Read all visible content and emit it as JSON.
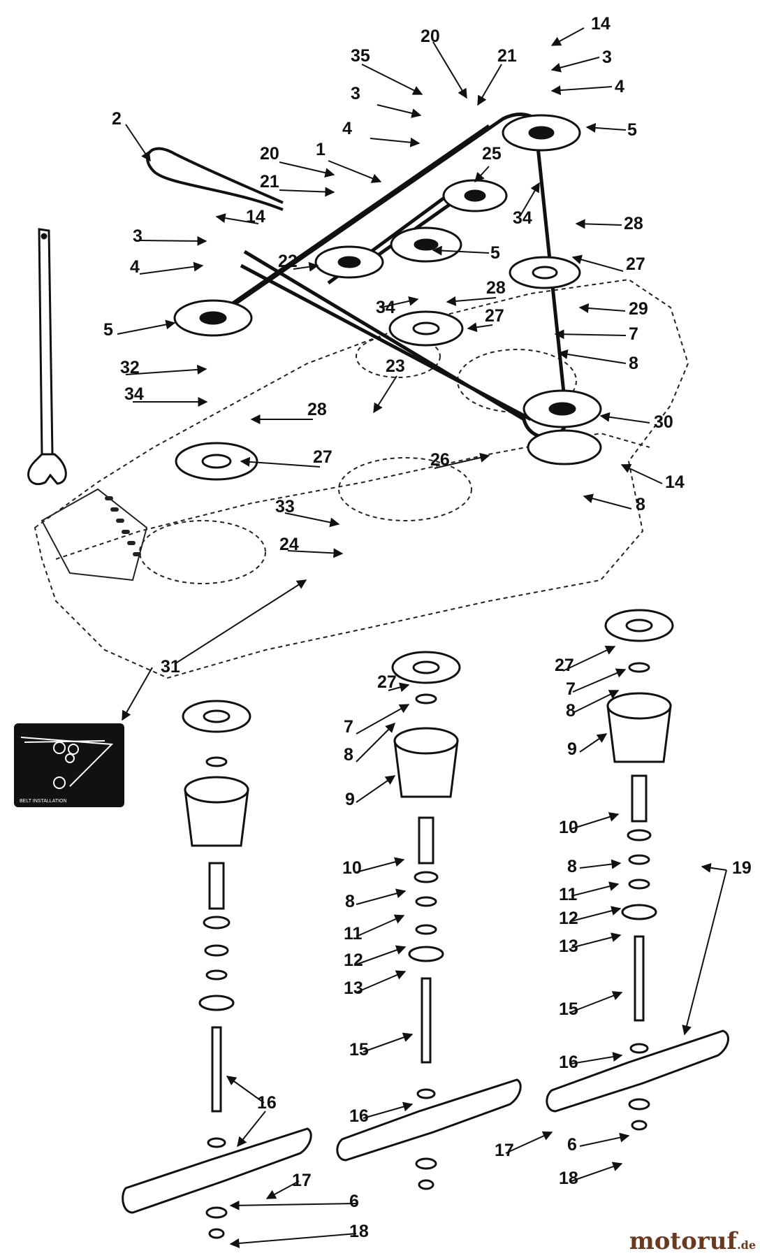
{
  "watermark": {
    "brand": "motoruf",
    "suffix": ".de"
  },
  "inset_caption": "BELT INSTALLATION",
  "callouts": [
    "1",
    "2",
    "3",
    "4",
    "5",
    "6",
    "7",
    "8",
    "9",
    "10",
    "11",
    "12",
    "13",
    "14",
    "15",
    "16",
    "17",
    "18",
    "19",
    "20",
    "21",
    "22",
    "23",
    "24",
    "25",
    "26",
    "27",
    "28",
    "29",
    "30",
    "31",
    "32",
    "33",
    "34",
    "35"
  ]
}
